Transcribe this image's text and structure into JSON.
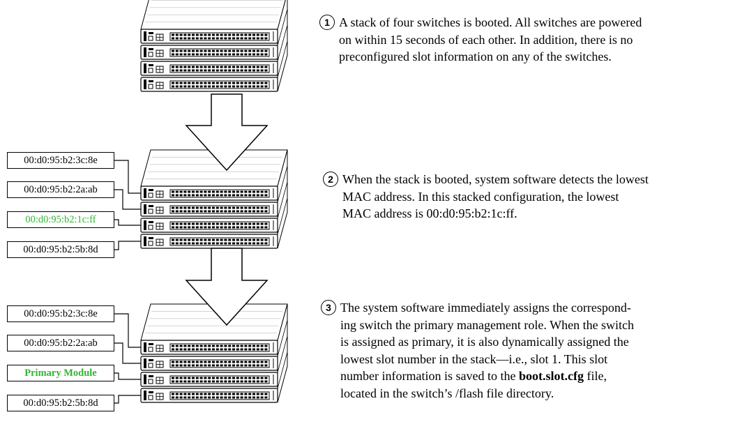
{
  "steps": [
    {
      "number": "1",
      "lines": [
        "A stack of four switches is booted. All switches are powered",
        "on within 15 seconds of each other. In addition, there is no",
        "preconfigured slot information on any of the switches."
      ]
    },
    {
      "number": "2",
      "lines": [
        "When the stack is booted, system software detects the lowest",
        "MAC address. In this stacked configuration, the lowest",
        "MAC address is 00:d0:95:b2:1c:ff."
      ]
    },
    {
      "number": "3",
      "lines": [
        "The system software immediately assigns the correspond-",
        "ing switch the primary management role. When the switch",
        "is assigned as primary, it is also dynamically assigned the",
        "lowest slot number in the stack—i.e., slot 1. This slot"
      ],
      "line5_pre": "number information is saved to the ",
      "line5_bold": "boot.slot.cfg",
      "line5_post": " file,",
      "line6": "located in the switch’s /flash file directory."
    }
  ],
  "stack2_labels": [
    "00:d0:95:b2:3c:8e",
    "00:d0:95:b2:2a:ab",
    "00:d0:95:b2:1c:ff",
    "00:d0:95:b2:5b:8d"
  ],
  "stack3_labels": [
    "00:d0:95:b2:3c:8e",
    "00:d0:95:b2:2a:ab",
    "Primary Module",
    "00:d0:95:b2:5b:8d"
  ],
  "colors": {
    "highlight": "#2fb82f",
    "line": "#000000",
    "fill": "#ffffff"
  }
}
